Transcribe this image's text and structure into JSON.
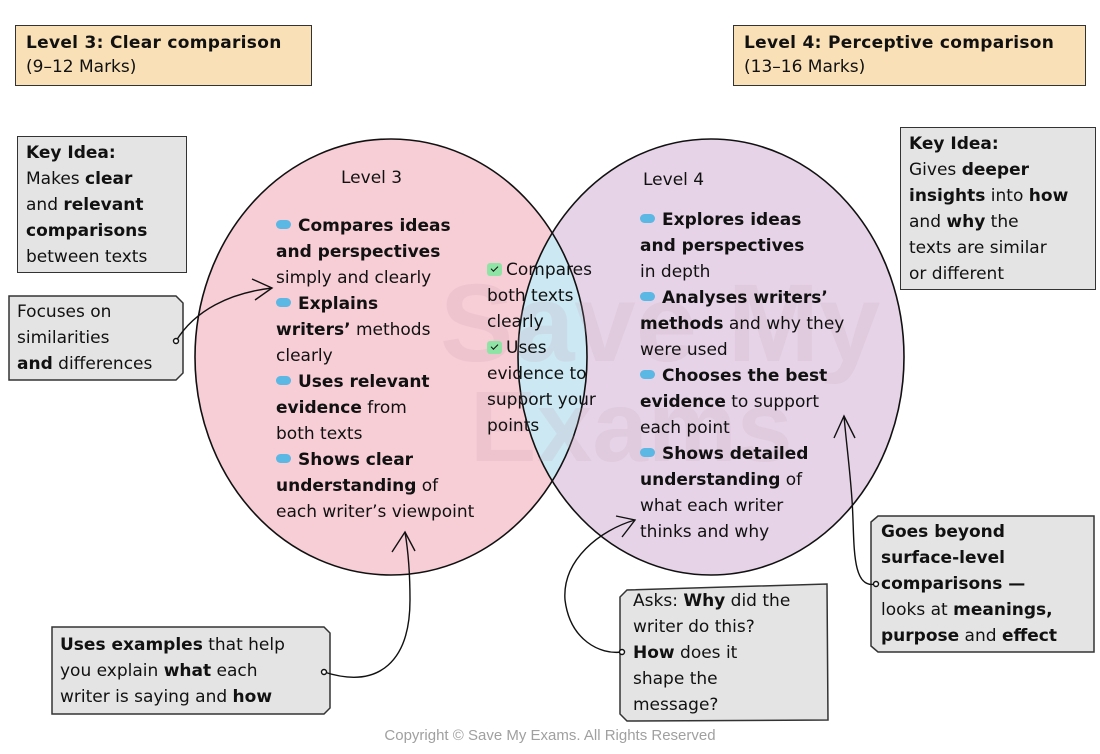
{
  "colors": {
    "level_box": "#f9e0b7",
    "note_box": "#e4e4e4",
    "left_circle": "#f7cdd6",
    "right_circle": "#e6d3e7",
    "overlap": "#cbe8f3",
    "bullet": "#5bb7e3",
    "check": "#8fe3a4"
  },
  "level3_box": {
    "title": "Level 3: Clear comparison",
    "marks": "(9–12 Marks)"
  },
  "level4_box": {
    "title": "Level 4: Perceptive comparison",
    "marks": "(13–16 Marks)"
  },
  "key_idea_left": {
    "heading": "Key Idea:",
    "lines": [
      [
        {
          "t": "Makes ",
          "b": false
        },
        {
          "t": "clear",
          "b": true
        }
      ],
      [
        {
          "t": "and ",
          "b": false
        },
        {
          "t": "relevant",
          "b": true
        }
      ],
      [
        {
          "t": "comparisons",
          "b": true
        }
      ],
      [
        {
          "t": "between texts",
          "b": false
        }
      ]
    ]
  },
  "key_idea_right": {
    "heading": "Key Idea:",
    "lines": [
      [
        {
          "t": "Gives ",
          "b": false
        },
        {
          "t": "deeper",
          "b": true
        }
      ],
      [
        {
          "t": "insights",
          "b": true
        },
        {
          "t": " into ",
          "b": false
        },
        {
          "t": "how",
          "b": true
        }
      ],
      [
        {
          "t": "and ",
          "b": false
        },
        {
          "t": "why",
          "b": true
        },
        {
          "t": " the",
          "b": false
        }
      ],
      [
        {
          "t": "texts are similar",
          "b": false
        }
      ],
      [
        {
          "t": "or different",
          "b": false
        }
      ]
    ]
  },
  "focus_note": {
    "lines": [
      [
        {
          "t": "Focuses on",
          "b": false
        }
      ],
      [
        {
          "t": "similarities",
          "b": false
        }
      ],
      [
        {
          "t": "and",
          "b": true
        },
        {
          "t": " differences",
          "b": false
        }
      ]
    ]
  },
  "examples_note": {
    "lines": [
      [
        {
          "t": "Uses examples",
          "b": true
        },
        {
          "t": " that help",
          "b": false
        }
      ],
      [
        {
          "t": "you explain ",
          "b": false
        },
        {
          "t": "what",
          "b": true
        },
        {
          "t": " each",
          "b": false
        }
      ],
      [
        {
          "t": "writer is saying and ",
          "b": false
        },
        {
          "t": "how",
          "b": true
        }
      ]
    ]
  },
  "asks_note": {
    "lines": [
      [
        {
          "t": "Asks: ",
          "b": false
        },
        {
          "t": "Why",
          "b": true
        },
        {
          "t": " did the",
          "b": false
        }
      ],
      [
        {
          "t": "writer do this?",
          "b": false
        }
      ],
      [
        {
          "t": "How",
          "b": true
        },
        {
          "t": " does it",
          "b": false
        }
      ],
      [
        {
          "t": "shape the",
          "b": false
        }
      ],
      [
        {
          "t": "message?",
          "b": false
        }
      ]
    ]
  },
  "beyond_note": {
    "lines": [
      [
        {
          "t": "Goes beyond",
          "b": true
        }
      ],
      [
        {
          "t": "surface-level",
          "b": true
        }
      ],
      [
        {
          "t": "comparisons —",
          "b": true
        }
      ],
      [
        {
          "t": "looks at ",
          "b": false
        },
        {
          "t": "meanings,",
          "b": true
        }
      ],
      [
        {
          "t": "purpose",
          "b": true
        },
        {
          "t": " and ",
          "b": false
        },
        {
          "t": "effect",
          "b": true
        }
      ]
    ]
  },
  "level3_circle": {
    "title": "Level 3",
    "lines": [
      [
        {
          "bullet": true
        },
        {
          "t": "Compares ideas",
          "b": true
        }
      ],
      [
        {
          "t": "and perspectives",
          "b": true
        }
      ],
      [
        {
          "t": "simply and clearly",
          "b": false
        }
      ],
      [
        {
          "bullet": true
        },
        {
          "t": "Explains",
          "b": true
        }
      ],
      [
        {
          "t": "writers’",
          "b": true
        },
        {
          "t": " methods",
          "b": false
        }
      ],
      [
        {
          "t": "clearly",
          "b": false
        }
      ],
      [
        {
          "bullet": true
        },
        {
          "t": "Uses relevant",
          "b": true
        }
      ],
      [
        {
          "t": "evidence",
          "b": true
        },
        {
          "t": " from",
          "b": false
        }
      ],
      [
        {
          "t": "both texts",
          "b": false
        }
      ],
      [
        {
          "bullet": true
        },
        {
          "t": "Shows clear",
          "b": true
        }
      ],
      [
        {
          "t": "understanding",
          "b": true
        },
        {
          "t": " of",
          "b": false
        }
      ],
      [
        {
          "t": "each writer’s viewpoint",
          "b": false
        }
      ]
    ]
  },
  "overlap": {
    "lines": [
      [
        {
          "check": true
        },
        {
          "t": "Compares",
          "b": false
        }
      ],
      [
        {
          "t": "both texts",
          "b": false
        }
      ],
      [
        {
          "t": "clearly",
          "b": false
        }
      ],
      [
        {
          "check": true
        },
        {
          "t": "Uses",
          "b": false
        }
      ],
      [
        {
          "t": "evidence to",
          "b": false
        }
      ],
      [
        {
          "t": "support your",
          "b": false
        }
      ],
      [
        {
          "t": "points",
          "b": false
        }
      ]
    ]
  },
  "level4_circle": {
    "title": "Level 4",
    "lines": [
      [
        {
          "bullet": true
        },
        {
          "t": "Explores ideas",
          "b": true
        }
      ],
      [
        {
          "t": "and perspectives",
          "b": true
        }
      ],
      [
        {
          "t": "in depth",
          "b": false
        }
      ],
      [
        {
          "bullet": true
        },
        {
          "t": "Analyses writers’",
          "b": true
        }
      ],
      [
        {
          "t": "methods",
          "b": true
        },
        {
          "t": " and why they",
          "b": false
        }
      ],
      [
        {
          "t": "were used",
          "b": false
        }
      ],
      [
        {
          "bullet": true
        },
        {
          "t": "Chooses the best",
          "b": true
        }
      ],
      [
        {
          "t": "evidence",
          "b": true
        },
        {
          "t": " to support",
          "b": false
        }
      ],
      [
        {
          "t": "each point",
          "b": false
        }
      ],
      [
        {
          "bullet": true
        },
        {
          "t": "Shows detailed",
          "b": true
        }
      ],
      [
        {
          "t": "understanding",
          "b": true
        },
        {
          "t": " of",
          "b": false
        }
      ],
      [
        {
          "t": "what each writer",
          "b": false
        }
      ],
      [
        {
          "t": "thinks and why",
          "b": false
        }
      ]
    ]
  },
  "watermark": [
    "Save My",
    "Exams"
  ],
  "copyright": "Copyright © Save My Exams. All Rights Reserved"
}
